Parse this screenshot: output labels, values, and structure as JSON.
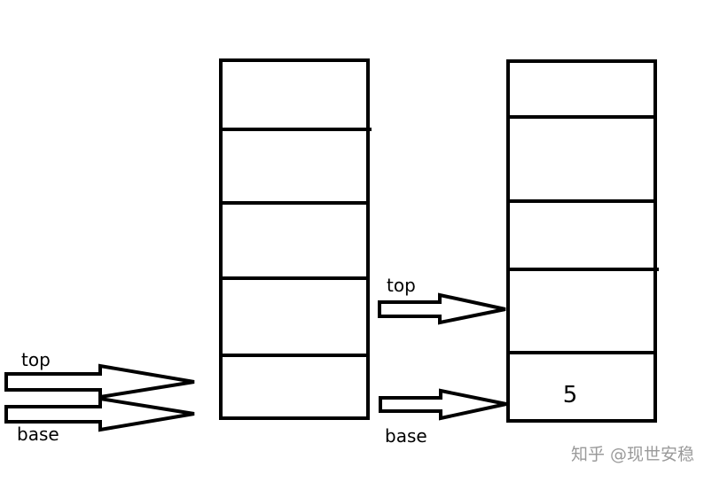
{
  "left_stack": {
    "top_pointer_label": "top",
    "base_pointer_label": "base"
  },
  "right_stack": {
    "top_pointer_label": "top",
    "base_pointer_label": "base",
    "bottom_cell_value": "5"
  },
  "watermark": "知乎 @现世安稳"
}
